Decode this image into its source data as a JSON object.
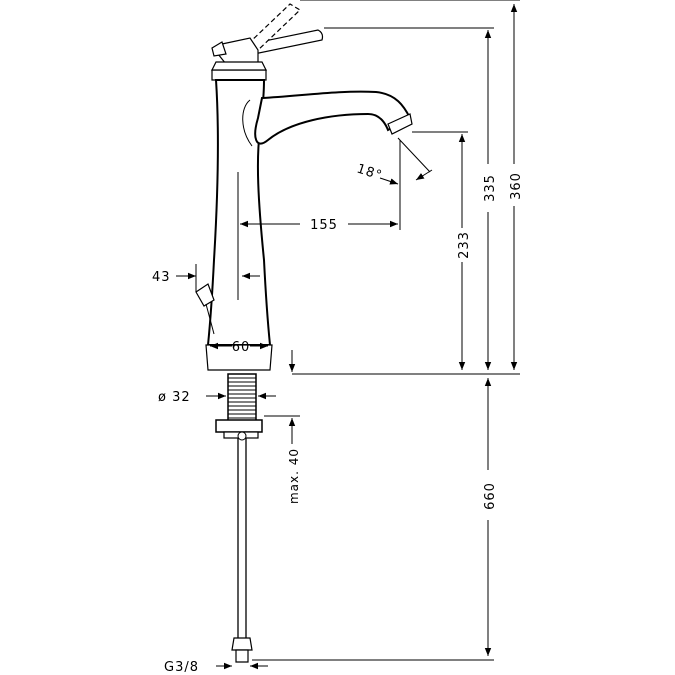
{
  "dimensions": {
    "height_total": "360",
    "height_handle": "335",
    "height_spout": "233",
    "reach": "155",
    "spout_angle": "18°",
    "rod_offset": "43",
    "base_width": "60",
    "thread_diameter": "ø 32",
    "max_thickness": "max. 40",
    "hose_length": "660",
    "connection": "G3/8"
  }
}
